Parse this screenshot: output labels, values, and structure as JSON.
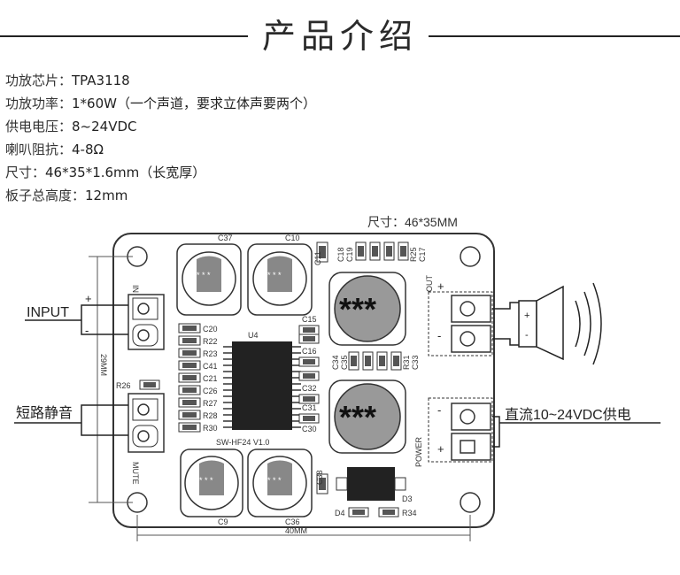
{
  "header": {
    "title": "产品介绍"
  },
  "specs": [
    {
      "label": "功放芯片：",
      "value": "TPA3118"
    },
    {
      "label": "功放功率：",
      "value": "1*60W（一个声道，要求立体声要两个）"
    },
    {
      "label": "供电电压：",
      "value": "8~24VDC"
    },
    {
      "label": "喇叭阻抗：",
      "value": "4-8Ω"
    },
    {
      "label": "尺寸：",
      "value": "46*35*1.6mm（长宽厚）"
    },
    {
      "label": "板子总高度：",
      "value": "12mm"
    }
  ],
  "diagram": {
    "size_label": "尺寸：46*35MM",
    "input_label": "INPUT",
    "mute_label": "短路静音",
    "power_label": "直流10~24VDC供电",
    "dim_width": "40MM",
    "dim_height": "29MM",
    "board_name": "SW-HF24 V1.0",
    "chip": "U4",
    "inductor_marks": "***",
    "cap_marks": "* * *",
    "plus": "+",
    "minus": "-",
    "conn_in": "IN",
    "conn_out": "OUT",
    "conn_power": "POWER",
    "conn_mute": "MUTE",
    "resistors_left": [
      "C20",
      "R22",
      "R23",
      "C41",
      "C21",
      "C26",
      "R27",
      "R28",
      "R30"
    ],
    "resistors_right": [
      "C15",
      "C16",
      "C32",
      "C31",
      "C30"
    ],
    "top_parts": [
      "C18",
      "C19",
      "R25",
      "C17"
    ],
    "mid_parts": [
      "C34",
      "C35",
      "R31",
      "C33"
    ],
    "other_parts": [
      "C37",
      "C10",
      "C11",
      "C9",
      "C36",
      "C38",
      "R26",
      "D3",
      "D4",
      "R34"
    ]
  }
}
